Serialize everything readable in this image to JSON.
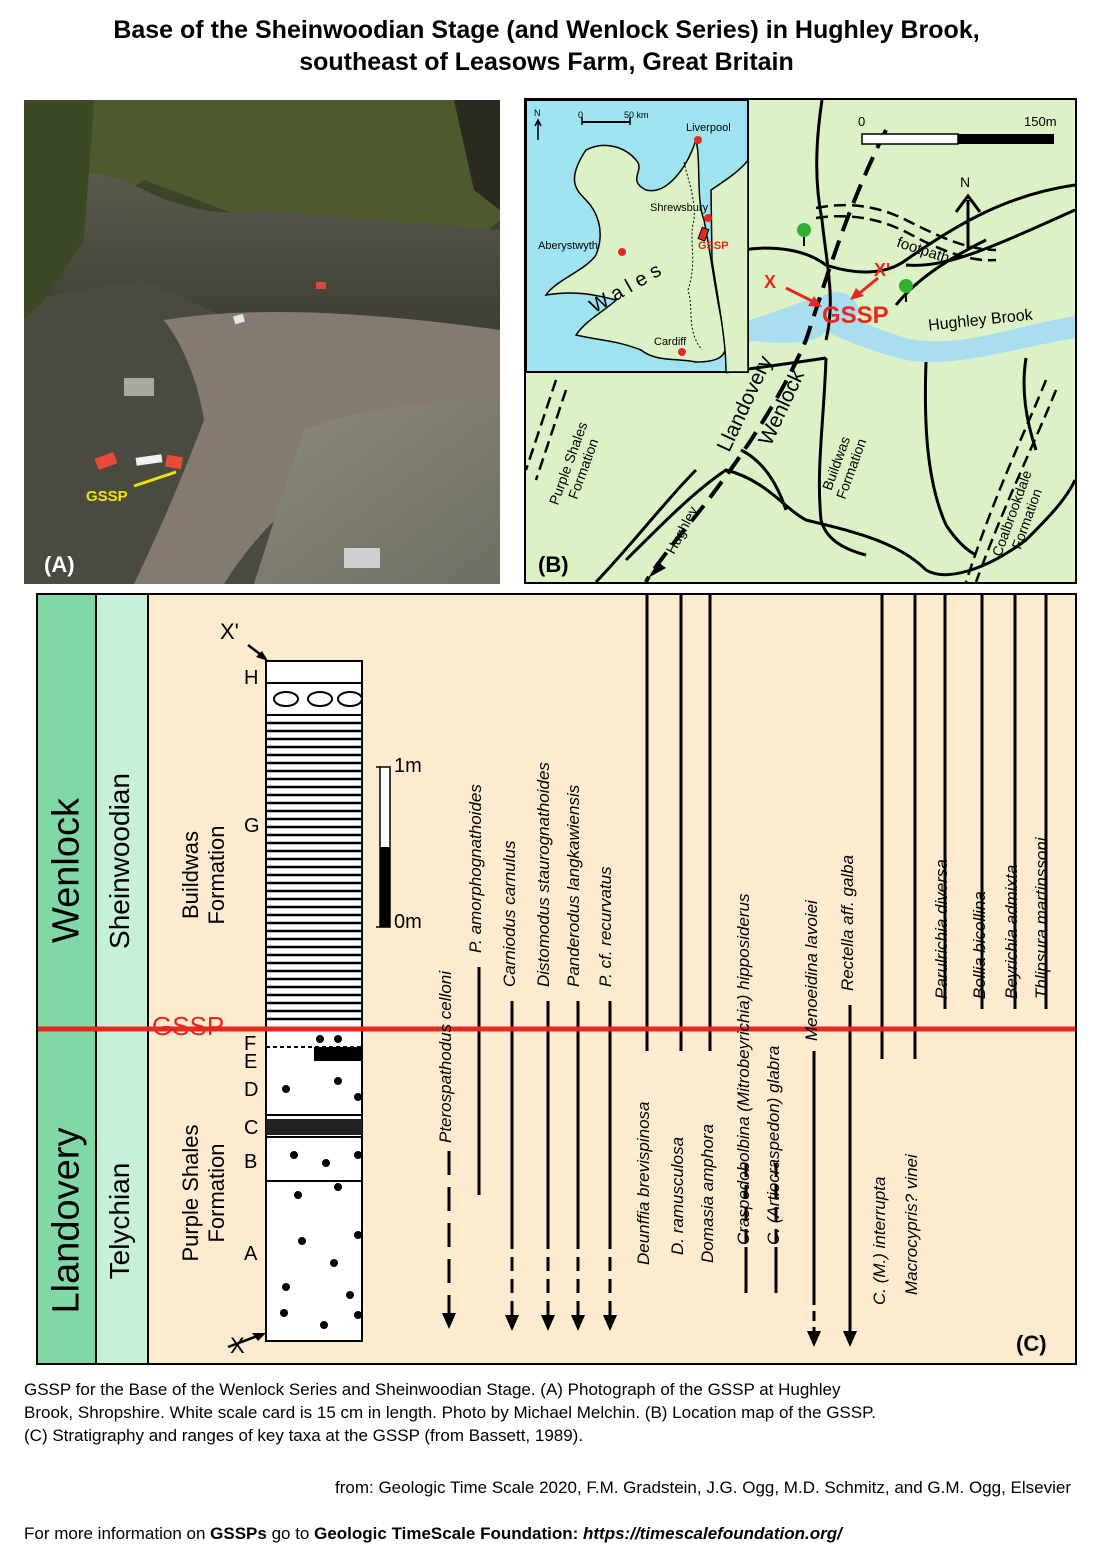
{
  "title_line1": "Base of the Sheinwoodian Stage (and Wenlock Series) in  Hughley Brook,",
  "title_line2": "southeast of Leasows Farm, Great Britain",
  "panel_a": {
    "label": "(A)",
    "gssp_label": "GSSP"
  },
  "panel_b": {
    "label": "(B)",
    "inset": {
      "north": "N",
      "scale_start": "0",
      "scale_end": "50 km",
      "liverpool": "Liverpool",
      "shrewsbury": "Shrewsbury",
      "aberystwyth": "Aberystwyth",
      "wales": "Wales",
      "gssp": "GSSP",
      "cardiff": "Cardiff"
    },
    "scale_start": "0",
    "scale_end": "150m",
    "north": "N",
    "footpath": "footpath",
    "x": "X",
    "x_prime": "X'",
    "gssp": "GSSP",
    "hughley_brook": "Hughley Brook",
    "llandovery": "Llandovery",
    "wenlock": "Wenlock",
    "purple_shales_1": "Purple Shales",
    "purple_shales_2": "Formation",
    "buildwas_1": "Buildwas",
    "buildwas_2": "Formation",
    "coalbrookdale_1": "Coalbrookdale",
    "coalbrookdale_2": "Formation",
    "hughley": "Hughley"
  },
  "panel_c": {
    "label": "(C)",
    "series_upper": "Wenlock",
    "series_lower": "Llandovery",
    "stage_upper": "Sheinwoodian",
    "stage_lower": "Telychian",
    "formation_upper_1": "Buildwas",
    "formation_upper_2": "Formation",
    "formation_lower_1": "Purple Shales",
    "formation_lower_2": "Formation",
    "gssp": "GSSP",
    "x_top": "X'",
    "x_bottom": "X",
    "scale_top": "1m",
    "scale_bottom": "0m",
    "beds": [
      "H",
      "G",
      "F",
      "E",
      "D",
      "C",
      "B",
      "A"
    ],
    "taxa": [
      "Pterospathodus celloni",
      "P. amorphognathoides",
      "Carniodus carnulus",
      "Distomodus staurognathoides",
      "Panderodus langkawiensis",
      "P. cf. recurvatus",
      "Deunffia brevispinosa",
      "D. ramusculosa",
      "Domasia amphora",
      "Craspedobolbina (Mitrobeyrichia) hipposiderus",
      "C. (Artiocraspedon) glabra",
      "Menoeidina lavoiei",
      "Rectella aff. galba",
      "C. (M.) interrupta",
      "Macrocypris? vinei",
      "Parulrichia diversa",
      "Bollia bicollina",
      "Beyrichia admixta",
      "Thlipsura martinssoni"
    ]
  },
  "caption_line1": "GSSP for the Base of the Wenlock Series and Sheinwoodian Stage. (A) Photograph of the GSSP at Hughley",
  "caption_line2": "Brook, Shropshire. White scale card is 15 cm in length. Photo by Michael Melchin.  (B) Location map of the GSSP.",
  "caption_line3": "(C) Stratigraphy and ranges of key taxa at the GSSP (from Bassett, 1989).",
  "source": "from: Geologic Time Scale 2020, F.M. Gradstein, J.G. Ogg, M.D. Schmitz, and G.M. Ogg, Elsevier",
  "more_prefix": "For more information on ",
  "more_gssps": "GSSPs",
  "more_mid": " go to ",
  "more_foundation": "Geologic TimeScale Foundation:",
  "more_url": "https://timescalefoundation.org/",
  "colors": {
    "gssp_red": "#e8281e",
    "wenlock_green": "#7fd8a6",
    "telychian_green": "#c6f0d8",
    "map_green": "#dcf2c6",
    "sea_blue": "#9fe3f0",
    "brook_blue": "#a8def0",
    "strat_bg": "#fdebd0",
    "gssp_yellow": "#f2e600"
  }
}
